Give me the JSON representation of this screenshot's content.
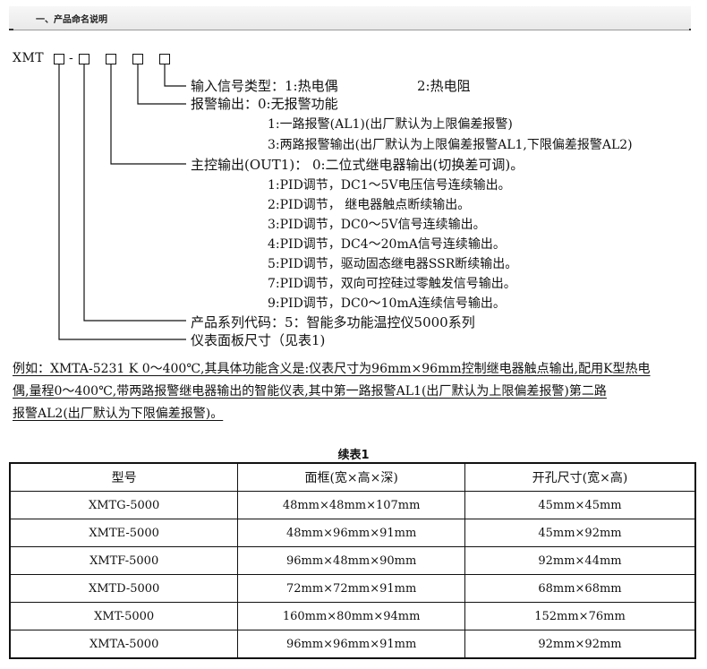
{
  "header": {
    "title": "一、产品命名说明"
  },
  "model_code": {
    "prefix": "XMT",
    "separator": "-"
  },
  "explanations": {
    "input_signal": {
      "label": "输入信号类型：1:热电偶",
      "option2": "2:热电阻"
    },
    "alarm": {
      "label": "报警输出：0:无报警功能",
      "options": [
        "1:一路报警(AL1)(出厂默认为上限偏差报警)",
        "3:两路报警输出(出厂默认为上限偏差报警AL1,下限偏差报警AL2)"
      ]
    },
    "main_output": {
      "label": "主控输出(OUT1)： 0:二位式继电器输出(切换差可调)。",
      "options": [
        "1:PID调节，DC1～5V电压信号连续输出。",
        "2:PID调节，  继电器触点断续输出。",
        "3:PID调节，DC0～5V信号连续输出。",
        "4:PID调节，DC4～20mA信号连续输出。",
        "5:PID调节，驱动固态继电器SSR断续输出。",
        "7:PID调节，双向可控硅过零触发信号输出。",
        "9:PID调节，DC0～10mA连续信号输出。"
      ]
    },
    "series": {
      "label": "产品系列代码：5：智能多功能温控仪5000系列"
    },
    "panel_size": {
      "label": "仪表面板尺寸（见表1)"
    }
  },
  "example": {
    "line1": "例如：XMTA-5231 K 0～400℃,其具体功能含义是:仪表尺寸为96mm×96mm控制继电器触点输出,配用K型热电",
    "line2": "偶,量程0～400℃,带两路报警继电器输出的智能仪表,其中第一路报警AL1(出厂默认为上限偏差报警)第二路",
    "line3": "报警AL2(出厂默认为下限偏差报警)。"
  },
  "table": {
    "caption": "续表1",
    "headers": [
      "型号",
      "面框(宽×高×深)",
      "开孔尺寸(宽×高)"
    ],
    "rows": [
      [
        "XMTG-5000",
        "48mm×48mm×107mm",
        "45mm×45mm"
      ],
      [
        "XMTE-5000",
        "48mm×96mm×91mm",
        "45mm×92mm"
      ],
      [
        "XMTF-5000",
        "96mm×48mm×90mm",
        "92mm×44mm"
      ],
      [
        "XMTD-5000",
        "72mm×72mm×91mm",
        "68mm×68mm"
      ],
      [
        "XMT-5000",
        "160mm×80mm×94mm",
        "152mm×76mm"
      ],
      [
        "XMTA-5000",
        "96mm×96mm×91mm",
        "92mm×92mm"
      ]
    ]
  }
}
